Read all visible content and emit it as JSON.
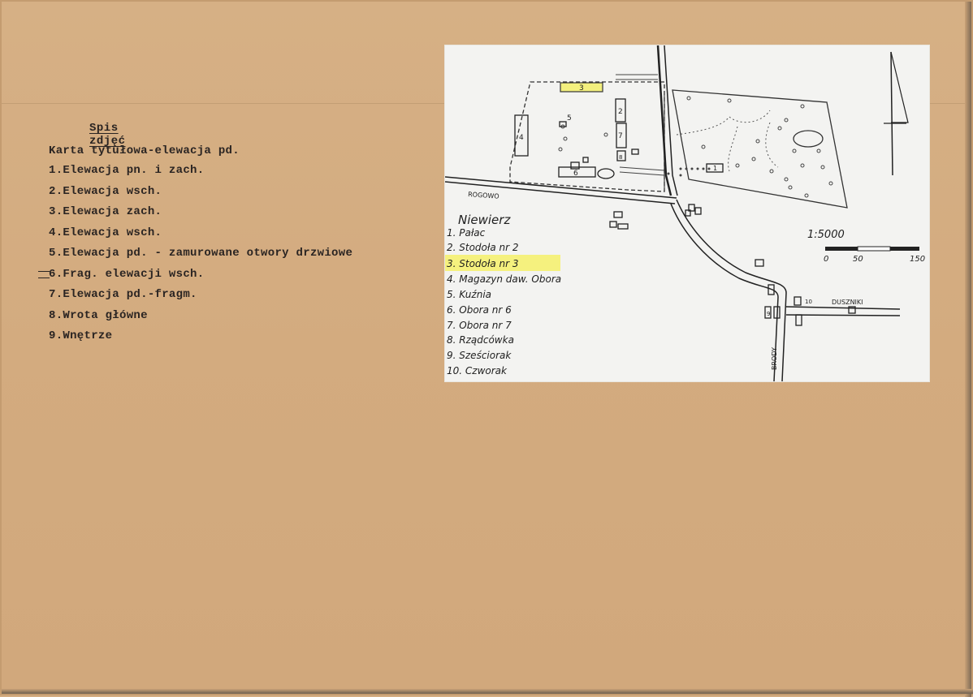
{
  "list": {
    "title": "Spis zdjęć",
    "subtitle": "Karta tytułowa-elewacja pd.",
    "items": [
      "1.Elewacja pn. i zach.",
      "2.Elewacja wsch.",
      "3.Elewacja zach.",
      "4.Elewacja wsch.",
      "5.Elewacja pd. - zamurowane otwory drzwiowe",
      "6.Frag. elewacji wsch.",
      "7.Elewacja pd.-fragm.",
      "8.Wrota główne",
      "9.Wnętrze"
    ]
  },
  "map": {
    "place_name": "Niewierz",
    "road_labels": {
      "west": "ROGOWO",
      "east": "DUSZNIKI",
      "south": "BRODY"
    },
    "scale_text": "1:5000",
    "scale_ticks": [
      "0",
      "50",
      "150"
    ],
    "legend": [
      "1. Pałac",
      "2. Stodoła nr 2",
      "3. Stodoła nr 3",
      "4. Magazyn daw. Obora",
      "5. Kuźnia",
      "6. Obora nr 6",
      "7. Obora nr 7",
      "8. Rządcówka",
      "9. Sześciorak",
      "10. Czworak"
    ],
    "building_numbers": [
      "3",
      "2",
      "5",
      "4",
      "7",
      "8",
      "6",
      "1",
      "10",
      "9"
    ],
    "highlight_color": "#f4f06a",
    "north_arrow_icon": "north-arrow"
  }
}
